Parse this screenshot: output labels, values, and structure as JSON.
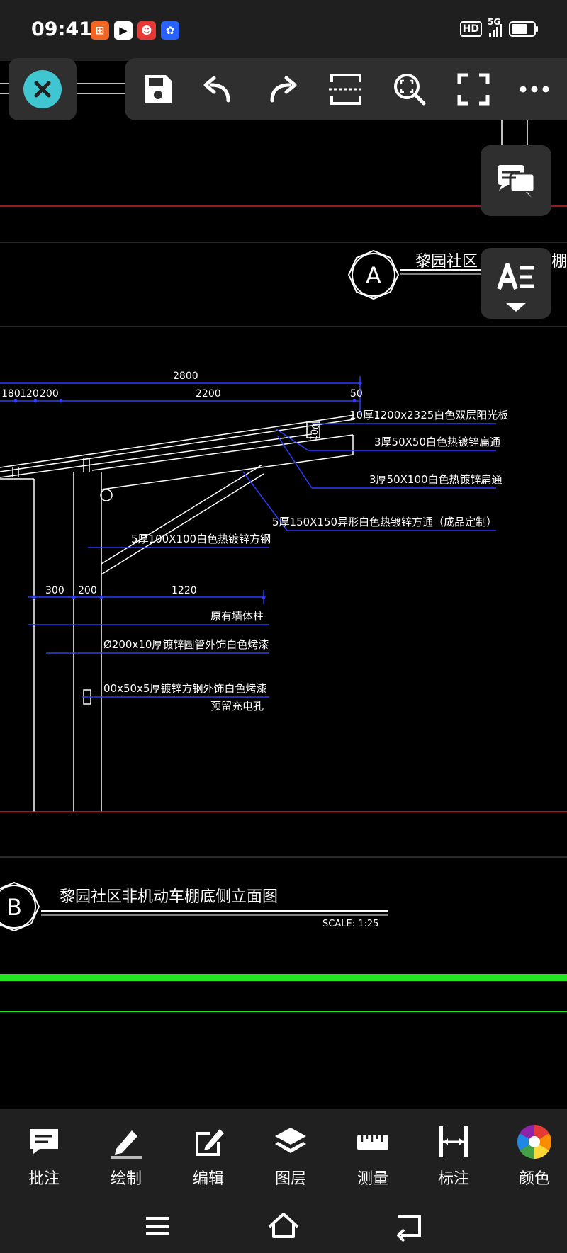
{
  "status_bar": {
    "time": "09:41",
    "network": "5G",
    "hd": "HD",
    "battery_level": 0.8
  },
  "toolbar": {
    "buttons": [
      "close-icon",
      "save-icon",
      "undo-icon",
      "redo-icon",
      "frame-select-icon",
      "zoom-icon",
      "fullscreen-icon",
      "more-icon"
    ]
  },
  "side_buttons": [
    "comment-list-icon",
    "text-style-icon"
  ],
  "drawing": {
    "section_a_title": "黎园社区",
    "section_a_title_tail": "棚",
    "marker_a": "A",
    "marker_b": "B",
    "section_b_title": "黎园社区非机动车棚底侧立面图",
    "scale": "SCALE: 1:25",
    "dims_top": {
      "total": "2800",
      "d180": "180",
      "d120": "120",
      "d200": "200",
      "d2200": "2200",
      "d50": "50"
    },
    "dims_mid": {
      "d300": "300",
      "d200": "200",
      "d1220": "1220"
    },
    "small_label_100": "100",
    "callouts": [
      "10厚1200x2325白色双层阳光板",
      "3厚50X50白色热镀锌扁通",
      "3厚50X100白色热镀锌扁通",
      "5厚150X150异形白色热镀锌方通（成品定制）",
      "5厚100X100白色热镀锌方钢",
      "原有墙体柱",
      "Ø200x10厚镀锌圆管外饰白色烤漆",
      "00x50x5厚镀锌方钢外饰白色烤漆",
      "预留充电孔"
    ]
  },
  "bottom_tools": [
    {
      "label": "批注",
      "icon": "annotation-icon"
    },
    {
      "label": "绘制",
      "icon": "draw-icon"
    },
    {
      "label": "编辑",
      "icon": "edit-icon"
    },
    {
      "label": "图层",
      "icon": "layers-icon"
    },
    {
      "label": "测量",
      "icon": "measure-icon"
    },
    {
      "label": "标注",
      "icon": "dimension-icon"
    },
    {
      "label": "颜色",
      "icon": "color-wheel-icon"
    }
  ],
  "nav": [
    "menu-icon",
    "home-icon",
    "back-icon"
  ]
}
